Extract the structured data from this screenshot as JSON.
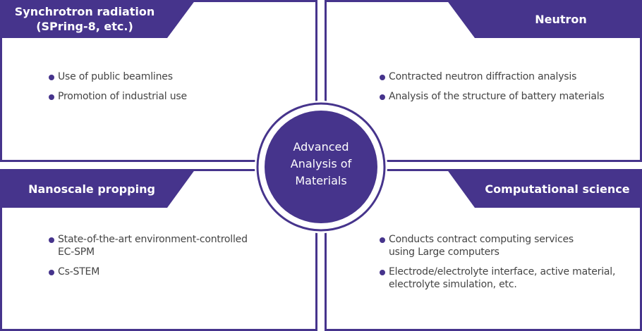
{
  "colors": {
    "accent": "#46348c"
  },
  "center": {
    "line1": "Advanced",
    "line2": "Analysis of",
    "line3": "Materials"
  },
  "panels": [
    {
      "title_line1": "Synchrotron radiation",
      "title_line2": "(SPring-8, etc.)",
      "items": [
        "Use of public beamlines",
        "Promotion of industrial use"
      ]
    },
    {
      "title": "Neutron",
      "items": [
        "Contracted neutron diffraction analysis",
        "Analysis of the structure of battery materials"
      ]
    },
    {
      "title": "Nanoscale propping",
      "items": [
        {
          "line1": "State-of-the-art environment-controlled",
          "line2": "EC-SPM"
        },
        "Cs-STEM"
      ]
    },
    {
      "title": "Computational science",
      "items": [
        {
          "line1": "Conducts contract computing services",
          "line2": "using Large computers"
        },
        {
          "line1": "Electrode/electrolyte interface, active material,",
          "line2": "electrolyte simulation, etc."
        }
      ]
    }
  ]
}
